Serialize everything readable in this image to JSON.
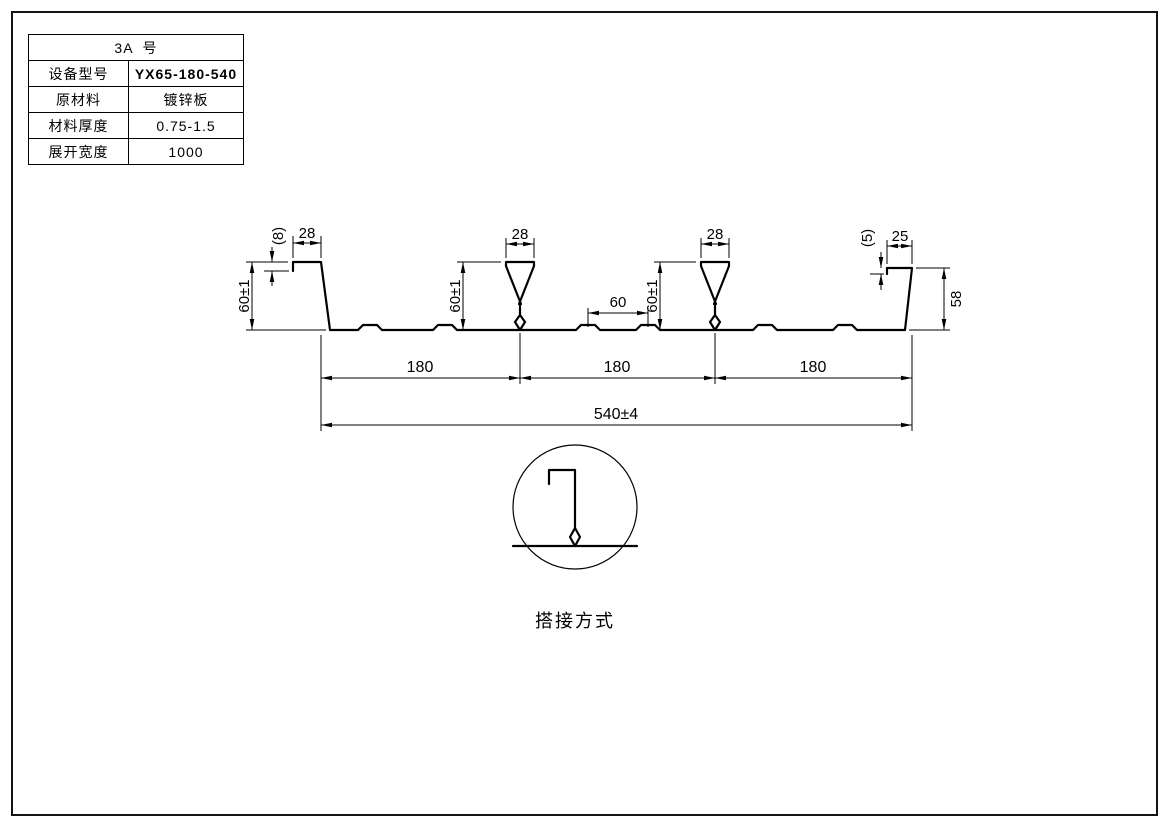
{
  "colors": {
    "ink": "#000000",
    "paper": "#ffffff"
  },
  "sheet": {
    "title_block": {
      "header": "3A  号",
      "rows": [
        {
          "label": "设备型号",
          "value": "YX65-180-540"
        },
        {
          "label": "原材料",
          "value": "镀锌板"
        },
        {
          "label": "材料厚度",
          "value": "0.75-1.5"
        },
        {
          "label": "展开宽度",
          "value": "1000"
        }
      ]
    },
    "dimensions": {
      "lip_left": "(8)",
      "top_left_width": "28",
      "left_height": "60±1",
      "rib1_width": "28",
      "rib1_height": "60±1",
      "rib2_width": "28",
      "rib2_height": "60±1",
      "mid_spacing": "60",
      "lip_right": "(5)",
      "top_right_width": "25",
      "right_height": "58",
      "pitch1": "180",
      "pitch2": "180",
      "pitch3": "180",
      "overall_width": "540±4"
    },
    "detail": {
      "caption": "搭接方式"
    }
  }
}
